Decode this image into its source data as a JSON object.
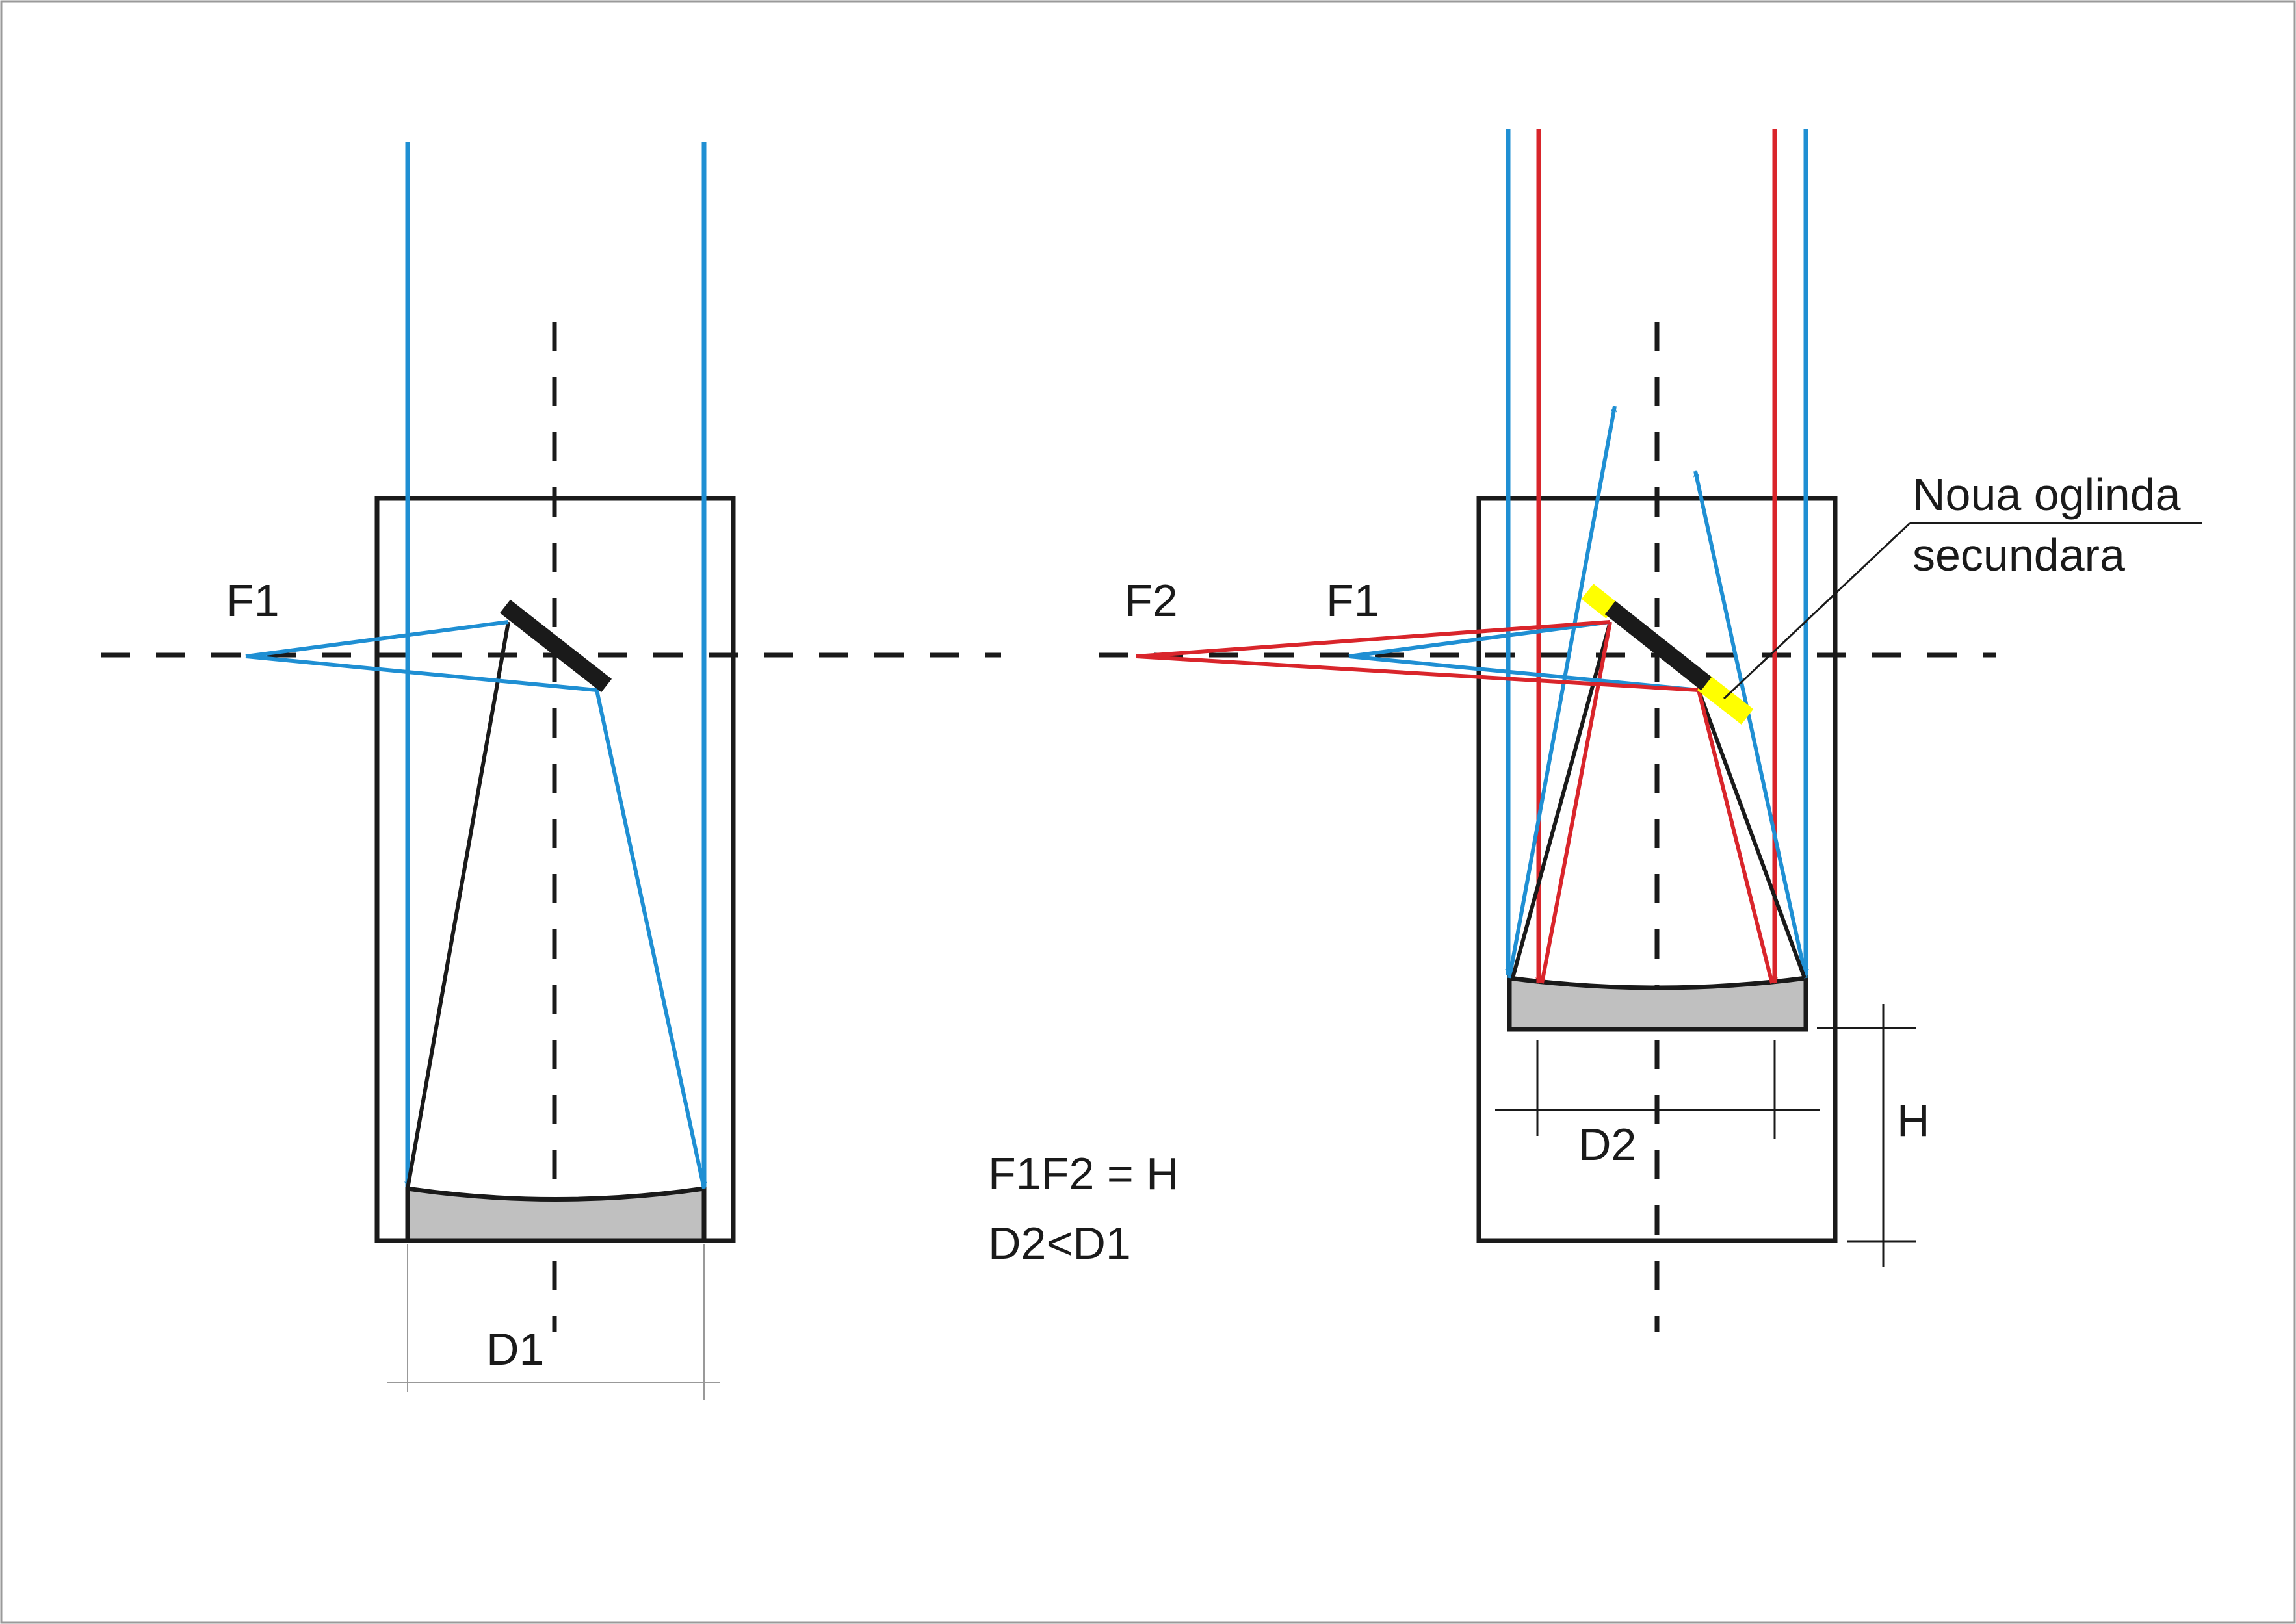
{
  "labels": {
    "left_focus": "F1",
    "right_focus_new": "F2",
    "right_focus_old": "F1",
    "left_diameter": "D1",
    "right_diameter": "D2",
    "height": "H",
    "new_mirror_line1": "Noua oglinda",
    "new_mirror_line2": "secundara",
    "relation1": "F1F2 = H",
    "relation2": "D2<D1"
  },
  "colors": {
    "blue_ray": "#1f8fd3",
    "red_ray": "#d9252b",
    "frame": "#1a1a1a",
    "secondary_mirror": "#1a1a1a",
    "new_mirror_extension": "#ffff00",
    "primary_mirror_fill": "#c0c0c0",
    "dim_line": "#999999"
  }
}
